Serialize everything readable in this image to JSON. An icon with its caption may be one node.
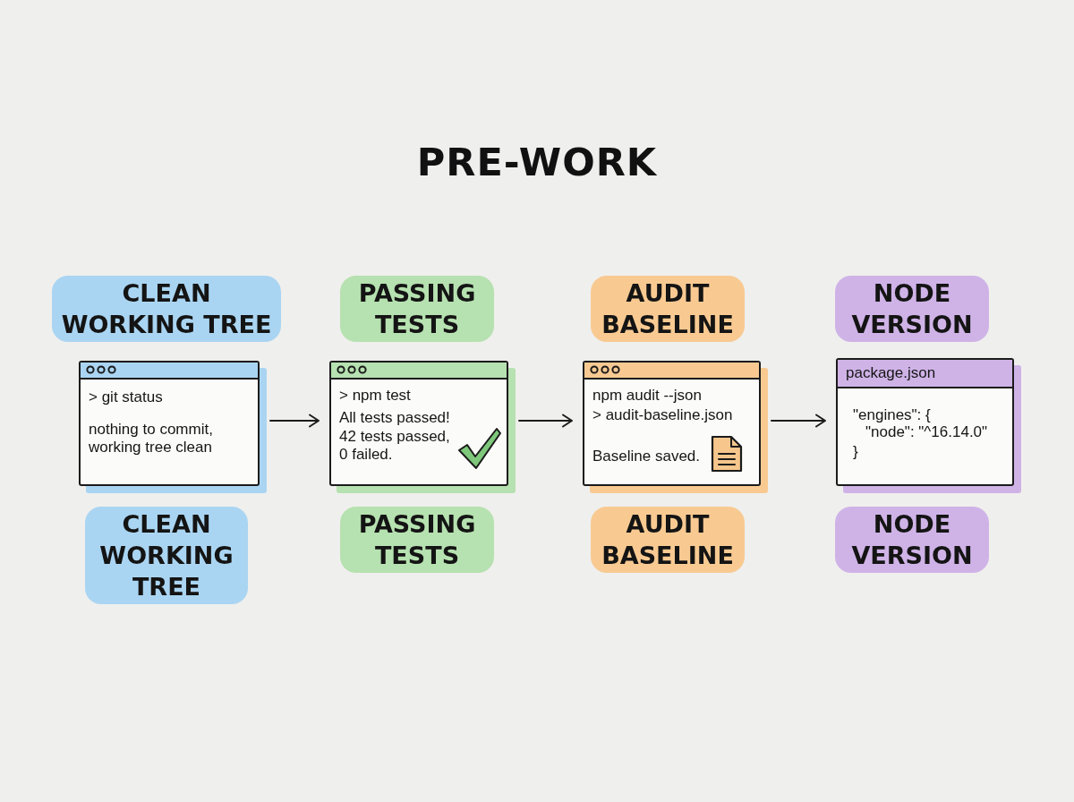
{
  "diagram": {
    "title": "PRE-WORK",
    "nodes": [
      {
        "text": [
          "CLEAN WORKING TREE"
        ]
      },
      {
        "text": [
          "PASSING TESTS"
        ]
      },
      {
        "text": [
          "AUDIT BASELINE"
        ]
      },
      {
        "text": [
          "NODE VERSION"
        ]
      },
      {
        "text": [
          "> git status",
          "nothing to commit, working tree clean"
        ]
      },
      {
        "text": [
          "> npm test",
          "All tests passed!",
          "42 tests passed, 0 failed."
        ]
      },
      {
        "text": [
          "npm audit --json",
          "> audit-baseline.json",
          "Baseline saved."
        ]
      },
      {
        "text": [
          "package.json",
          "\"engines\": {",
          "\"node\": \"^16.14.0\"",
          "}"
        ]
      },
      {
        "text": [
          "CLEAN WORKING TREE"
        ]
      },
      {
        "text": [
          "PASSING TESTS"
        ]
      },
      {
        "text": [
          "AUDIT BASELINE"
        ]
      },
      {
        "text": [
          "NODE VERSION"
        ]
      }
    ],
    "edges": [
      {
        "from": 4,
        "to": 5,
        "arrow": "to"
      },
      {
        "from": 5,
        "to": 6,
        "arrow": "to"
      },
      {
        "from": 6,
        "to": 7,
        "arrow": "to"
      }
    ]
  }
}
